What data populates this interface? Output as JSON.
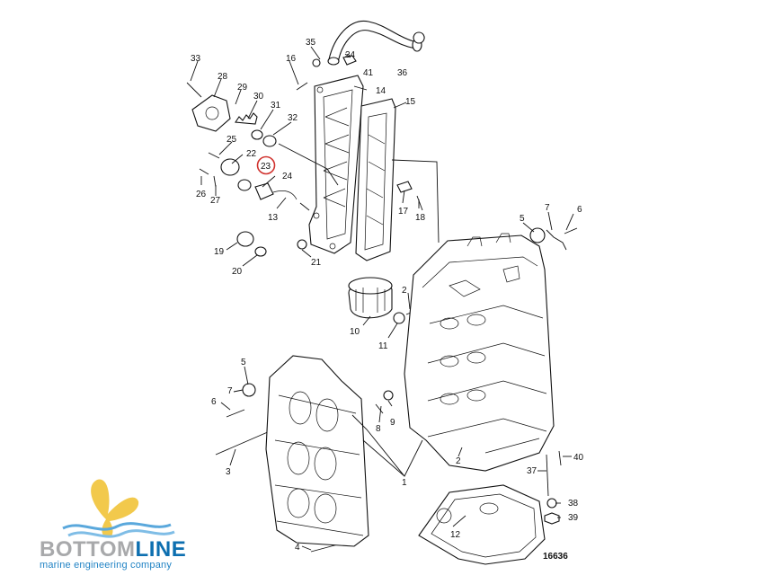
{
  "diagram": {
    "drawing_number": "16636",
    "highlighted_callout": "23",
    "callouts": [
      "1",
      "2",
      "2",
      "3",
      "4",
      "5",
      "5",
      "6",
      "6",
      "7",
      "7",
      "8",
      "9",
      "10",
      "11",
      "12",
      "13",
      "14",
      "15",
      "16",
      "17",
      "18",
      "19",
      "20",
      "21",
      "22",
      "23",
      "24",
      "25",
      "26",
      "27",
      "28",
      "29",
      "30",
      "31",
      "32",
      "33",
      "34",
      "35",
      "36",
      "37",
      "38",
      "39",
      "40",
      "41"
    ]
  },
  "logo": {
    "brand_part1": "BOTTOM",
    "brand_part2": "LINE",
    "tagline": "marine engineering company",
    "colors": {
      "propeller": "#f2c94c",
      "waves": "#5aa8dc",
      "brand_gray": "#a8a9ab",
      "brand_blue": "#0d6fb0"
    }
  },
  "colors": {
    "highlight_circle": "#d0312d",
    "line": "#111111"
  }
}
